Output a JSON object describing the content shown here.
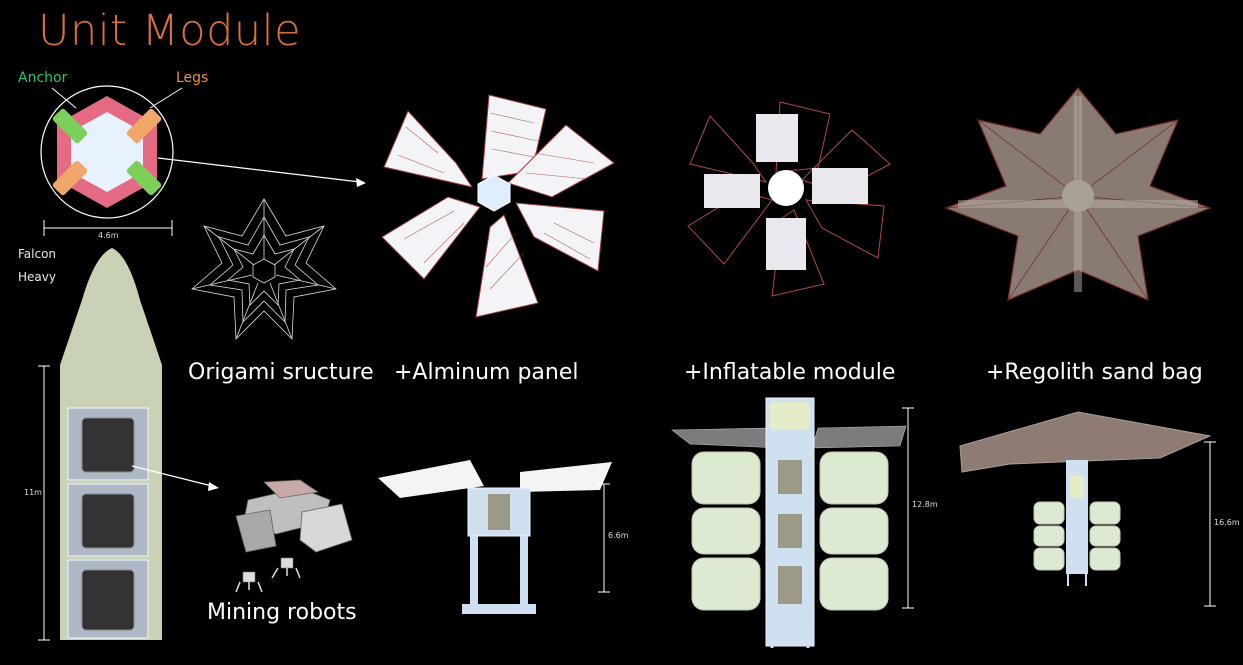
{
  "title": "Unit Module",
  "top_diagram": {
    "anchor_label": "Anchor",
    "legs_label": "Legs",
    "width_label": "4.6m"
  },
  "rocket": {
    "name_line1": "Falcon",
    "name_line2": "Heavy",
    "height_label": "11m"
  },
  "captions": {
    "origami": "Origami sructure",
    "aluminum": "+Alminum panel",
    "inflatable": "+Inflatable module",
    "regolith": "+Regolith sand bag",
    "robots": "Mining robots"
  },
  "dimensions": {
    "aluminum_height": "6.6m",
    "inflatable_height": "12.8m",
    "regolith_height": "16.6m"
  },
  "colors": {
    "title": "#d9703f",
    "anchor": "#2fc46a",
    "legs": "#e6953f",
    "hex_pink": "#e56a84",
    "rocket": "#c9d2b4",
    "panel_line": "#8a2a2a"
  }
}
